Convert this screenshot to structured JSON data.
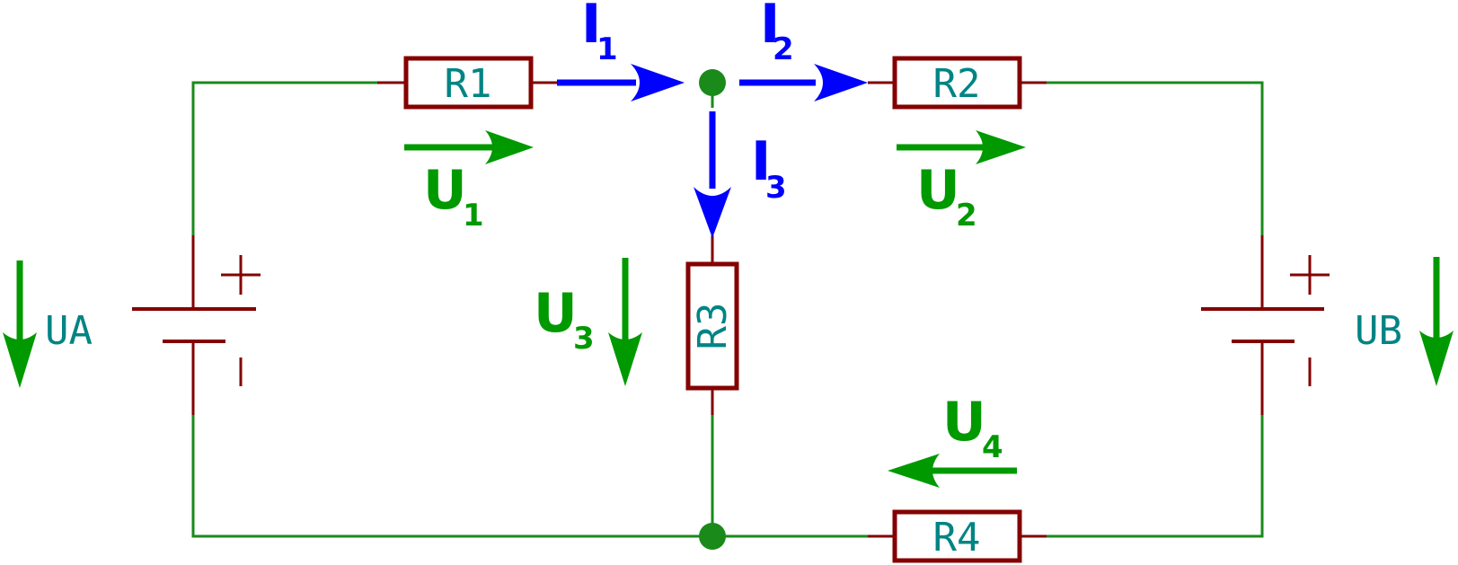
{
  "components": {
    "R1": "R1",
    "R2": "R2",
    "R3": "R3",
    "R4": "R4"
  },
  "sources": {
    "UA": {
      "label": "UA",
      "plus": "+",
      "minus": "-"
    },
    "UB": {
      "label": "UB",
      "plus": "+",
      "minus": "-"
    }
  },
  "currents": {
    "I1": {
      "main": "I",
      "sub": "1"
    },
    "I2": {
      "main": "I",
      "sub": "2"
    },
    "I3": {
      "main": "I",
      "sub": "3"
    }
  },
  "voltages": {
    "U1": {
      "main": "U",
      "sub": "1"
    },
    "U2": {
      "main": "U",
      "sub": "2"
    },
    "U3": {
      "main": "U",
      "sub": "3"
    },
    "U4": {
      "main": "U",
      "sub": "4"
    }
  },
  "colors": {
    "wire": "#1a8a1a",
    "component": "#840000",
    "component_label": "#008484",
    "current": "#0000ff",
    "voltage": "#009900"
  }
}
